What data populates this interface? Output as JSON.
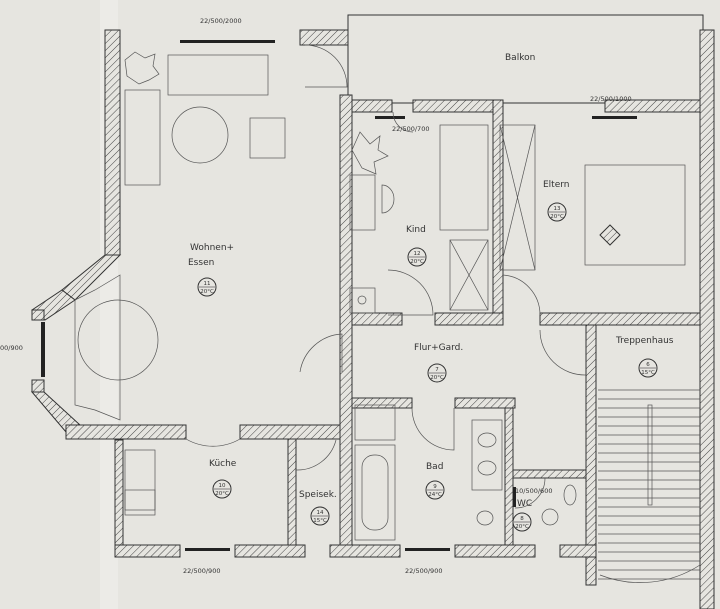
{
  "plan": {
    "rooms": [
      {
        "id": "balkon",
        "name": "Balkon"
      },
      {
        "id": "wohnen",
        "name_line1": "Wohnen+",
        "name_line2": "Essen",
        "number": "11",
        "temp": "20°C"
      },
      {
        "id": "kind",
        "name": "Kind",
        "number": "12",
        "temp": "20°C"
      },
      {
        "id": "eltern",
        "name": "Eltern",
        "number": "13",
        "temp": "20°C"
      },
      {
        "id": "flur",
        "name": "Flur+Gard.",
        "number": "7",
        "temp": "20°C"
      },
      {
        "id": "treppenhaus",
        "name": "Treppenhaus",
        "number": "6",
        "temp": "15°C"
      },
      {
        "id": "kueche",
        "name": "Küche",
        "number": "10",
        "temp": "20°C"
      },
      {
        "id": "speisek",
        "name": "Speisek.",
        "number": "14",
        "temp": "15°C"
      },
      {
        "id": "bad",
        "name": "Bad",
        "number": "9",
        "temp": "24°C"
      },
      {
        "id": "wc",
        "name": "WC",
        "number": "8",
        "temp": "20°C"
      }
    ],
    "windows": {
      "wohnen_top": "22/500/2000",
      "kind_top": "22/500/700",
      "eltern_top": "22/500/1000",
      "bay_left": "00/900",
      "kueche_bottom": "22/500/900",
      "bad_bottom": "22/500/900",
      "wc": "10/500/600"
    }
  },
  "colors": {
    "paper": "#e6e5e0",
    "line": "#333333"
  }
}
